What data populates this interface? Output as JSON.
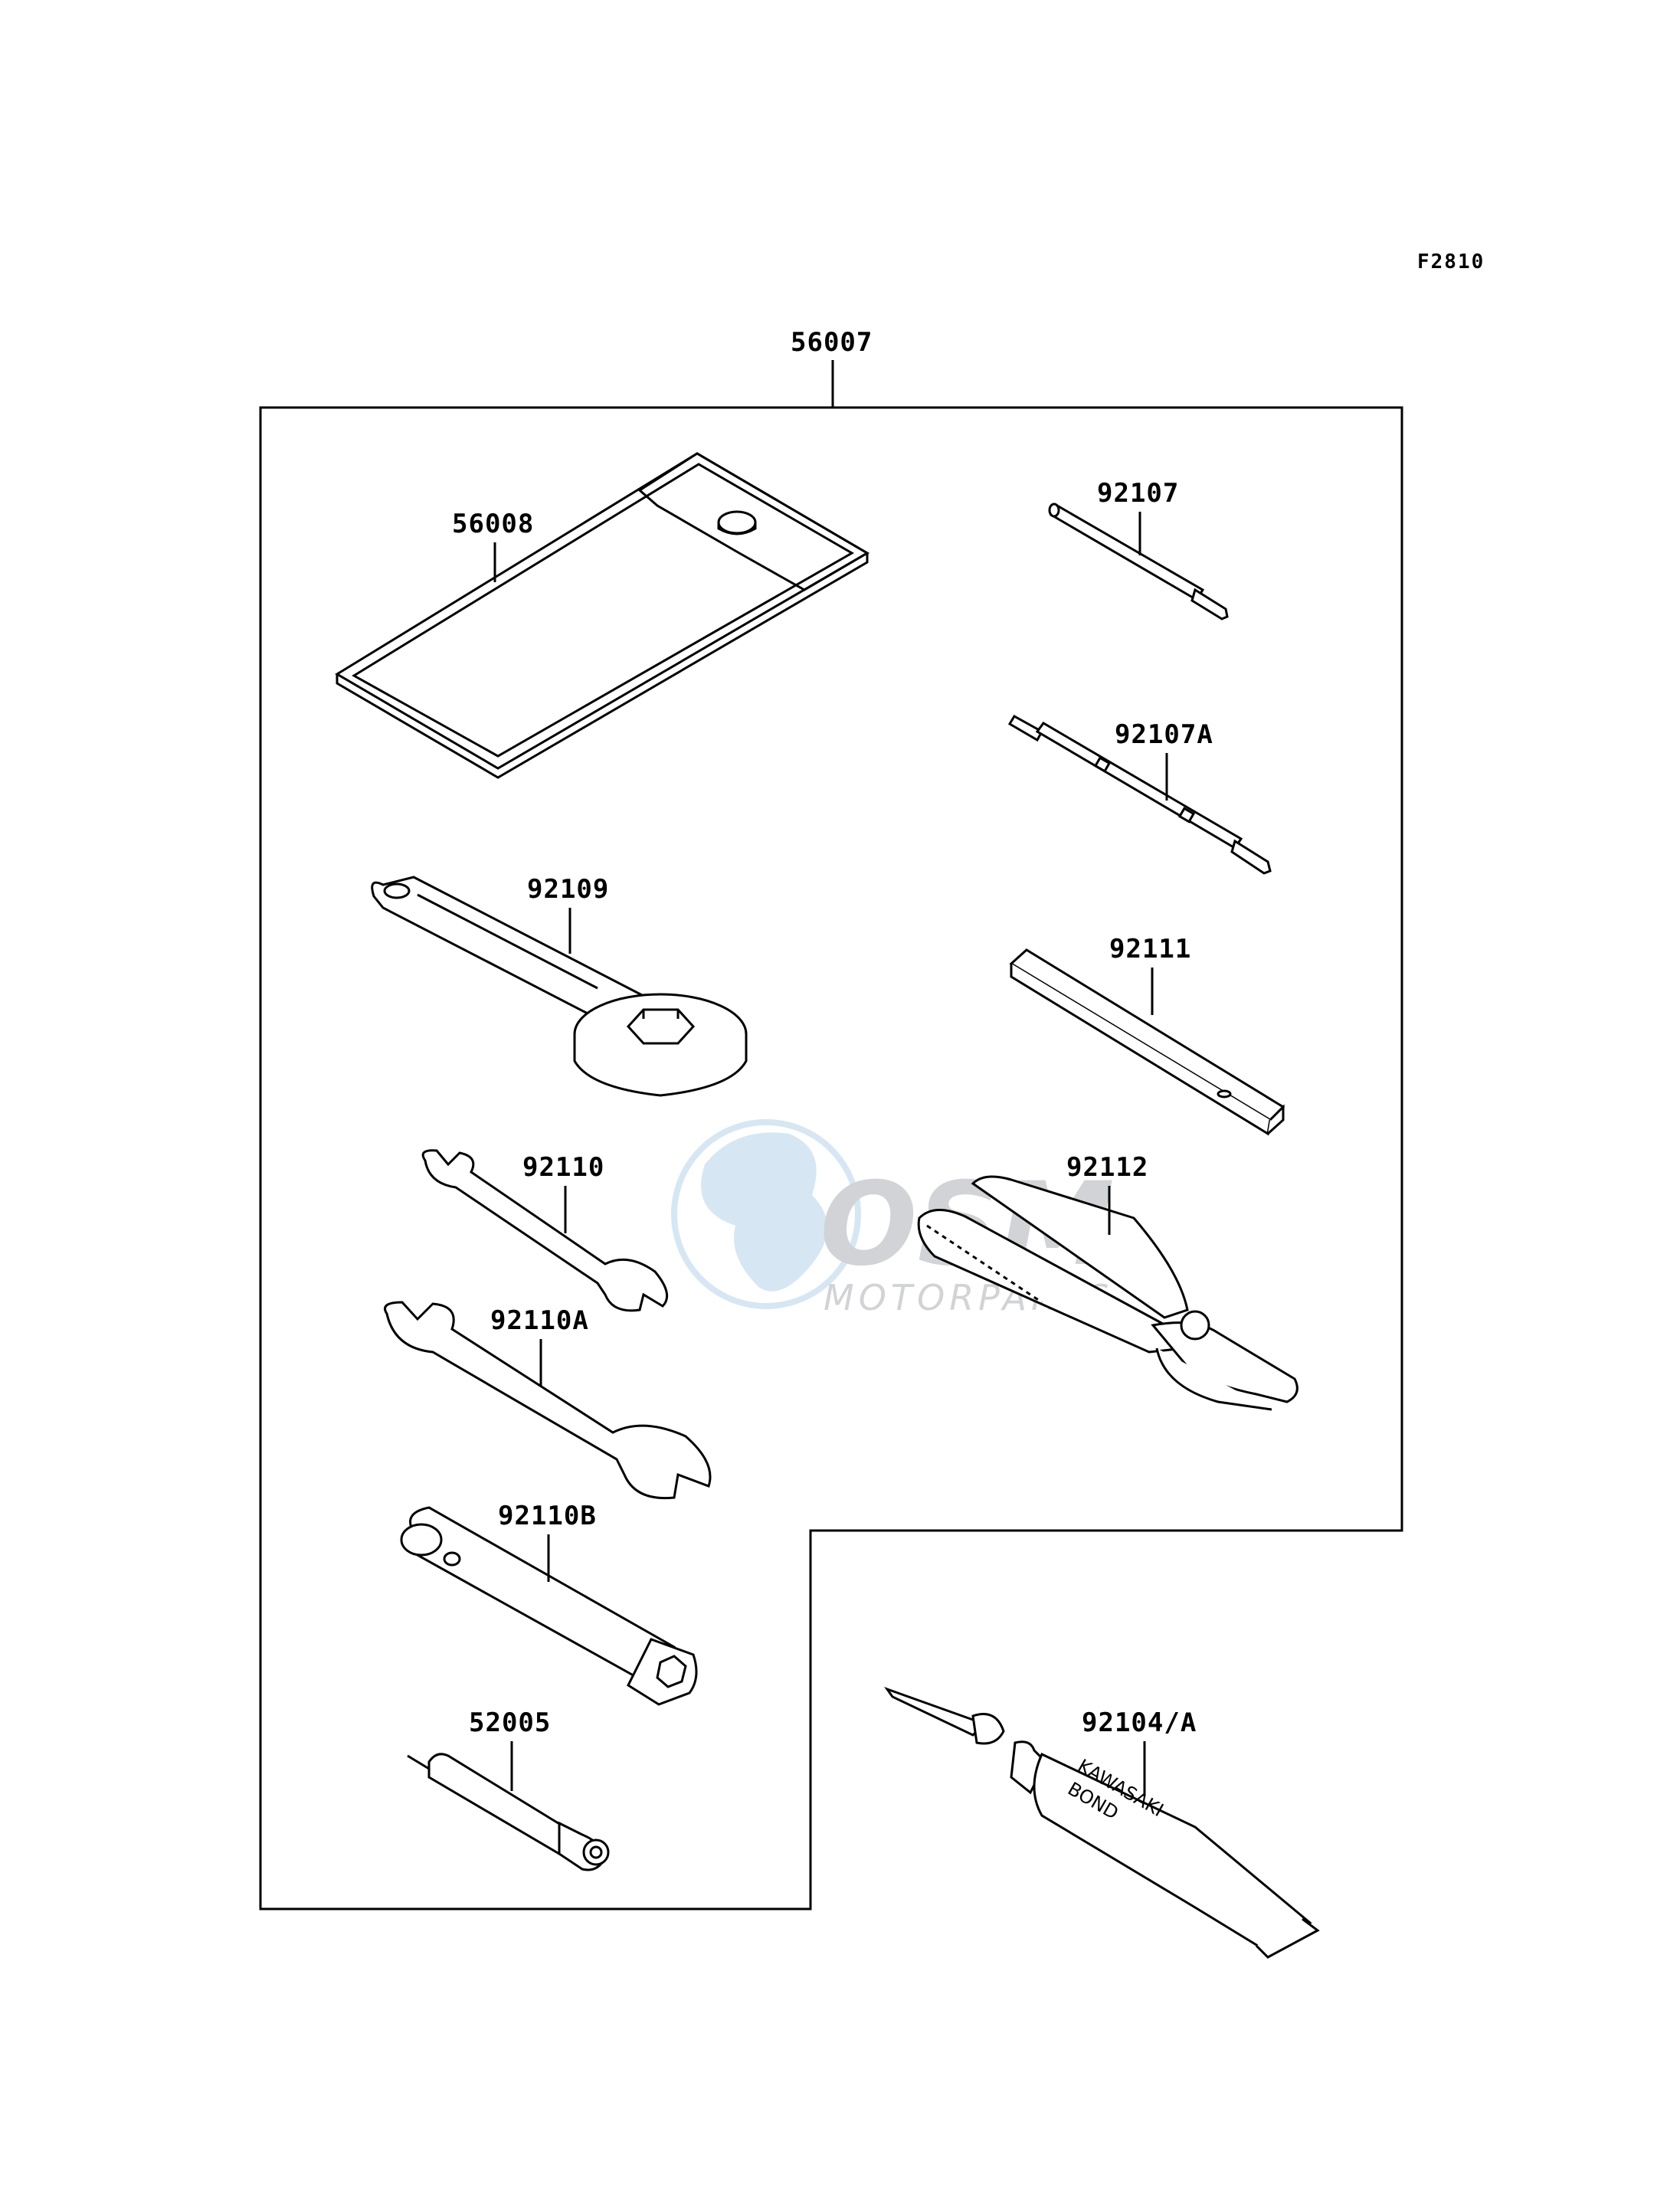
{
  "diagram_code": "F2810",
  "kit": {
    "part_number": "56007"
  },
  "parts": [
    {
      "id": "pouch",
      "part_number": "56008"
    },
    {
      "id": "screwdriver-phillips",
      "part_number": "92107"
    },
    {
      "id": "screwdriver-combo",
      "part_number": "92107A"
    },
    {
      "id": "ring-wrench",
      "part_number": "92109"
    },
    {
      "id": "handle-bar",
      "part_number": "92111"
    },
    {
      "id": "open-wrench-small",
      "part_number": "92110"
    },
    {
      "id": "pliers",
      "part_number": "92112"
    },
    {
      "id": "open-wrench-large",
      "part_number": "92110A"
    },
    {
      "id": "spark-plug-socket",
      "part_number": "92110B"
    },
    {
      "id": "spoke-tool",
      "part_number": "52005"
    },
    {
      "id": "bond-tube",
      "part_number": "92104/A"
    }
  ],
  "tube_print": {
    "line1": "KAWASAKI",
    "line2": "BOND"
  },
  "watermark": {
    "brand": "OSM",
    "tagline": "MOTORPARTS"
  }
}
